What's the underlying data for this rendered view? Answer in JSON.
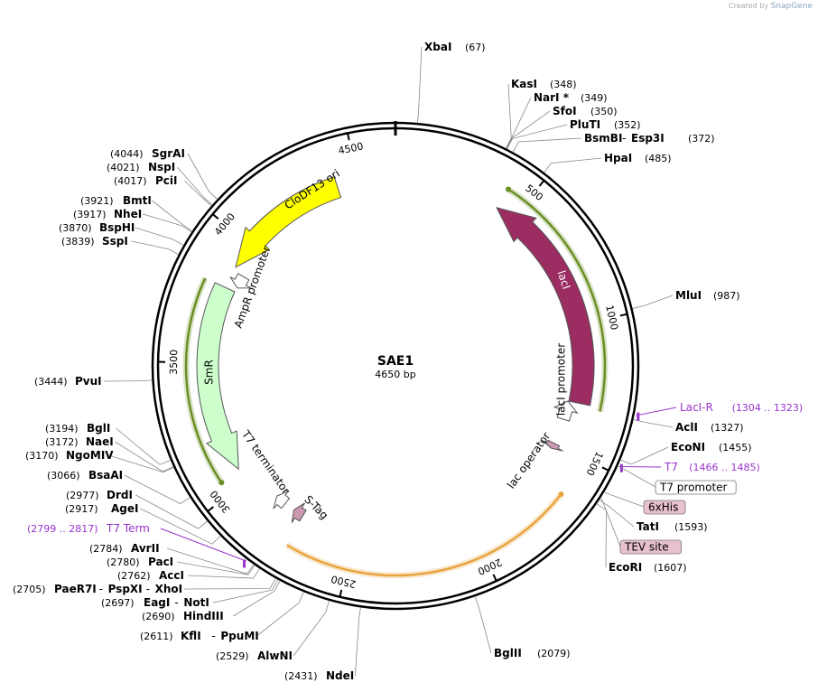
{
  "watermark": {
    "prefix": "Created by",
    "brand": "SnapGene"
  },
  "plasmid": {
    "name": "SAE1",
    "length": 4650,
    "length_label": "4650 bp"
  },
  "ticks": [
    {
      "bp": 500,
      "label": "500"
    },
    {
      "bp": 1000,
      "label": "1000"
    },
    {
      "bp": 1500,
      "label": "1500"
    },
    {
      "bp": 2000,
      "label": "2000"
    },
    {
      "bp": 2500,
      "label": "2500"
    },
    {
      "bp": 3000,
      "label": "3000"
    },
    {
      "bp": 3500,
      "label": "3500"
    },
    {
      "bp": 4000,
      "label": "4000"
    },
    {
      "bp": 4500,
      "label": "4500"
    }
  ],
  "sites": [
    {
      "name": "XbaI",
      "pos": "(67)",
      "bp": 67
    },
    {
      "name": "KasI",
      "pos": "(348)",
      "bp": 348
    },
    {
      "name": "NarI *",
      "pos": "(349)",
      "bp": 349
    },
    {
      "name": "SfoI",
      "pos": "(350)",
      "bp": 350
    },
    {
      "name": "PluTI",
      "pos": "(352)",
      "bp": 352
    },
    {
      "name": "BsmBI",
      "name2": "Esp3I",
      "pos": "(372)",
      "bp": 372
    },
    {
      "name": "HpaI",
      "pos": "(485)",
      "bp": 485
    },
    {
      "name": "MluI",
      "pos": "(987)",
      "bp": 987
    },
    {
      "name": "AclI",
      "pos": "(1327)",
      "bp": 1327
    },
    {
      "name": "EcoNI",
      "pos": "(1455)",
      "bp": 1455
    },
    {
      "name": "TatI",
      "pos": "(1593)",
      "bp": 1593
    },
    {
      "name": "EcoRI",
      "pos": "(1607)",
      "bp": 1607
    },
    {
      "name": "BglII",
      "pos": "(2079)",
      "bp": 2079
    },
    {
      "name": "NdeI",
      "pos": "(2431)",
      "bp": 2431
    },
    {
      "name": "AlwNI",
      "pos": "(2529)",
      "bp": 2529
    },
    {
      "name": "KflI",
      "name2": "PpuMI",
      "pos": "(2611)",
      "bp": 2611
    },
    {
      "name": "HindIII",
      "pos": "(2690)",
      "bp": 2690
    },
    {
      "name": "EagI",
      "name2": "NotI",
      "pos": "(2697)",
      "bp": 2697
    },
    {
      "name": "PaeR7I",
      "name2": "PspXI",
      "name3": "XhoI",
      "pos": "(2705)",
      "bp": 2705
    },
    {
      "name": "AccI",
      "pos": "(2762)",
      "bp": 2762
    },
    {
      "name": "PacI",
      "pos": "(2780)",
      "bp": 2780
    },
    {
      "name": "AvrII",
      "pos": "(2784)",
      "bp": 2784
    },
    {
      "name": "AgeI",
      "pos": "(2917)",
      "bp": 2917
    },
    {
      "name": "DrdI",
      "pos": "(2977)",
      "bp": 2977
    },
    {
      "name": "BsaAI",
      "pos": "(3066)",
      "bp": 3066
    },
    {
      "name": "NgoMIV",
      "pos": "(3170)",
      "bp": 3170
    },
    {
      "name": "NaeI",
      "pos": "(3172)",
      "bp": 3172
    },
    {
      "name": "BglI",
      "pos": "(3194)",
      "bp": 3194
    },
    {
      "name": "PvuI",
      "pos": "(3444)",
      "bp": 3444
    },
    {
      "name": "SspI",
      "pos": "(3839)",
      "bp": 3839
    },
    {
      "name": "BspHI",
      "pos": "(3870)",
      "bp": 3870
    },
    {
      "name": "NheI",
      "pos": "(3917)",
      "bp": 3917
    },
    {
      "name": "BmtI",
      "pos": "(3921)",
      "bp": 3921
    },
    {
      "name": "PciI",
      "pos": "(4017)",
      "bp": 4017
    },
    {
      "name": "NspI",
      "pos": "(4021)",
      "bp": 4021
    },
    {
      "name": "SgrAI",
      "pos": "(4044)",
      "bp": 4044
    }
  ],
  "primers": [
    {
      "name": "LacI-R",
      "range": "(1304 .. 1323)",
      "bp": 1313
    },
    {
      "name": "T7",
      "range": "(1466 .. 1485)",
      "bp": 1475
    },
    {
      "name": "T7 Term",
      "range": "(2799 .. 2817)",
      "bp": 2808
    }
  ],
  "boxed_features": [
    {
      "label": "T7 promoter",
      "style": "outline"
    },
    {
      "label": "6xHis",
      "style": "pink"
    },
    {
      "label": "TEV site",
      "style": "pink"
    }
  ],
  "features": [
    {
      "name": "CloDF13 ori",
      "color": "#ffff00",
      "start": 4418,
      "end": 3897,
      "dir": -1,
      "ring": "inner"
    },
    {
      "name": "lacI",
      "color": "#9b2d62",
      "start": 421,
      "end": 1311,
      "dir": -1,
      "ring": "inner"
    },
    {
      "name": "SmR",
      "color": "#ccffcc",
      "start": 3807,
      "end": 3057,
      "dir": -1,
      "ring": "inner"
    },
    {
      "name": "AmpR promoter",
      "color": "#ffffff",
      "start": 3880,
      "end": 3826,
      "dir": -1
    },
    {
      "name": "lacI promoter",
      "color": "#ffffff",
      "start": 1311,
      "end": 1390,
      "dir": -1
    },
    {
      "name": "lac operator",
      "color": "#cc99b2",
      "start": 1498,
      "end": 1522
    },
    {
      "name": "T7 terminator",
      "color": "#ffffff",
      "start": 2872,
      "end": 2825
    },
    {
      "name": "S-Tag",
      "color": "#cc99b2",
      "start": 2780,
      "end": 2735
    }
  ],
  "orf_arcs": [
    {
      "color": "#6b8e23",
      "start": 421,
      "end": 1325,
      "dir": -1
    },
    {
      "color": "#e8a33d",
      "start": 1650,
      "end": 2728,
      "dir": -1
    },
    {
      "color": "#6b8e23",
      "start": 3807,
      "end": 3050,
      "dir": -1
    }
  ],
  "colors": {
    "primer": "#9933cc",
    "backbone": "#000000",
    "pink_box": "#e8c0d0"
  }
}
